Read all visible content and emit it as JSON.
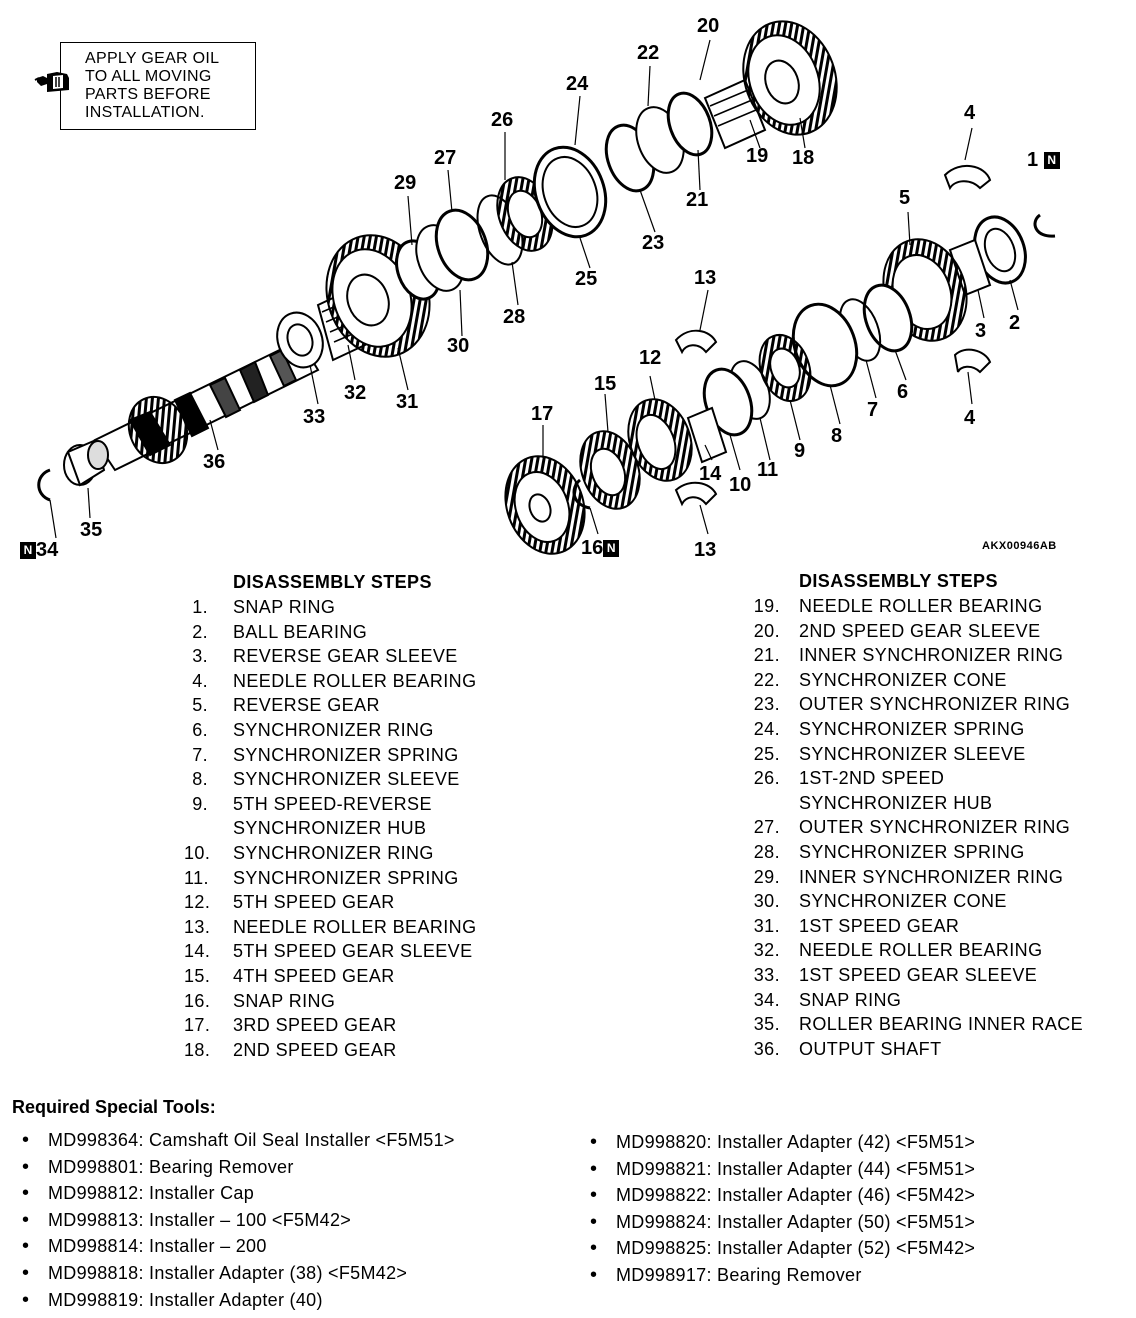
{
  "note": {
    "lines": [
      "APPLY GEAR OIL",
      "TO ALL MOVING",
      "PARTS BEFORE",
      "INSTALLATION."
    ],
    "icon": "oil-can-icon"
  },
  "figure_code": "AKX00946AB",
  "badge_letter": "N",
  "callouts": {
    "c1": "1",
    "c2": "2",
    "c3": "3",
    "c4a": "4",
    "c4b": "4",
    "c5": "5",
    "c6": "6",
    "c7": "7",
    "c8": "8",
    "c9": "9",
    "c10": "10",
    "c11": "11",
    "c12": "12",
    "c13a": "13",
    "c13b": "13",
    "c14": "14",
    "c15": "15",
    "c16": "16",
    "c17": "17",
    "c18": "18",
    "c19": "19",
    "c20": "20",
    "c21": "21",
    "c22": "22",
    "c23": "23",
    "c24": "24",
    "c25": "25",
    "c26": "26",
    "c27": "27",
    "c28": "28",
    "c29": "29",
    "c30": "30",
    "c31": "31",
    "c32": "32",
    "c33": "33",
    "c34": "34",
    "c35": "35",
    "c36": "36"
  },
  "steps_left": {
    "title": "DISASSEMBLY STEPS",
    "items": [
      {
        "num": "1.",
        "text": "SNAP RING"
      },
      {
        "num": "2.",
        "text": "BALL BEARING"
      },
      {
        "num": "3.",
        "text": "REVERSE GEAR SLEEVE"
      },
      {
        "num": "4.",
        "text": "NEEDLE ROLLER BEARING"
      },
      {
        "num": "5.",
        "text": "REVERSE GEAR"
      },
      {
        "num": "6.",
        "text": "SYNCHRONIZER RING"
      },
      {
        "num": "7.",
        "text": "SYNCHRONIZER SPRING"
      },
      {
        "num": "8.",
        "text": "SYNCHRONIZER SLEEVE"
      },
      {
        "num": "9.",
        "text": "5TH SPEED-REVERSE",
        "text2": "SYNCHRONIZER HUB"
      },
      {
        "num": "10.",
        "text": "SYNCHRONIZER RING"
      },
      {
        "num": "11.",
        "text": "SYNCHRONIZER SPRING"
      },
      {
        "num": "12.",
        "text": "5TH SPEED GEAR"
      },
      {
        "num": "13.",
        "text": "NEEDLE ROLLER BEARING"
      },
      {
        "num": "14.",
        "text": "5TH SPEED GEAR SLEEVE"
      },
      {
        "num": "15.",
        "text": "4TH SPEED GEAR"
      },
      {
        "num": "16.",
        "text": "SNAP RING"
      },
      {
        "num": "17.",
        "text": "3RD SPEED GEAR"
      },
      {
        "num": "18.",
        "text": "2ND SPEED GEAR"
      }
    ]
  },
  "steps_right": {
    "title": "DISASSEMBLY STEPS",
    "items": [
      {
        "num": "19.",
        "text": "NEEDLE ROLLER BEARING"
      },
      {
        "num": "20.",
        "text": "2ND SPEED GEAR SLEEVE"
      },
      {
        "num": "21.",
        "text": "INNER SYNCHRONIZER RING"
      },
      {
        "num": "22.",
        "text": "SYNCHRONIZER CONE"
      },
      {
        "num": "23.",
        "text": "OUTER SYNCHRONIZER RING"
      },
      {
        "num": "24.",
        "text": "SYNCHRONIZER SPRING"
      },
      {
        "num": "25.",
        "text": "SYNCHRONIZER SLEEVE"
      },
      {
        "num": "26.",
        "text": "1ST-2ND SPEED",
        "text2": "SYNCHRONIZER HUB"
      },
      {
        "num": "27.",
        "text": "OUTER SYNCHRONIZER RING"
      },
      {
        "num": "28.",
        "text": "SYNCHRONIZER SPRING"
      },
      {
        "num": "29.",
        "text": "INNER SYNCHRONIZER RING"
      },
      {
        "num": "30.",
        "text": "SYNCHRONIZER CONE"
      },
      {
        "num": "31.",
        "text": "1ST SPEED GEAR"
      },
      {
        "num": "32.",
        "text": "NEEDLE ROLLER BEARING"
      },
      {
        "num": "33.",
        "text": "1ST SPEED GEAR SLEEVE"
      },
      {
        "num": "34.",
        "text": "SNAP RING"
      },
      {
        "num": "35.",
        "text": "ROLLER BEARING INNER RACE"
      },
      {
        "num": "36.",
        "text": "OUTPUT SHAFT"
      }
    ]
  },
  "tools": {
    "title": "Required Special Tools:",
    "left": [
      "MD998364: Camshaft Oil Seal Installer <F5M51>",
      "MD998801: Bearing Remover",
      "MD998812: Installer Cap",
      "MD998813: Installer – 100 <F5M42>",
      "MD998814: Installer – 200",
      "MD998818: Installer Adapter (38) <F5M42>",
      "MD998819: Installer Adapter (40)"
    ],
    "right": [
      "MD998820: Installer Adapter (42) <F5M51>",
      "MD998821: Installer Adapter (44) <F5M51>",
      "MD998822: Installer Adapter (46) <F5M42>",
      "MD998824: Installer Adapter (50) <F5M51>",
      "MD998825: Installer Adapter (52) <F5M42>",
      "MD998917: Bearing Remover"
    ]
  }
}
